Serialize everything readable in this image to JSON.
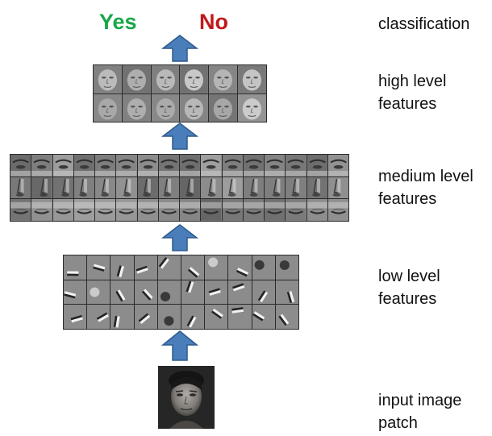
{
  "classification": {
    "yes": "Yes",
    "no": "No",
    "yes_color": "#1aa64a",
    "no_color": "#c0191b"
  },
  "labels": {
    "classification": "classification",
    "high_level_1": "high level",
    "high_level_2": "features",
    "medium_level_1": "medium level",
    "medium_level_2": "features",
    "low_level_1": "low level",
    "low_level_2": "features",
    "input_1": "input image",
    "input_2": "patch"
  },
  "colors": {
    "arrow": "#4a7ebb",
    "arrow_border": "#2e5a8c",
    "grid_line": "#2b2b2b",
    "tile_gray": "#8a8a8a"
  },
  "grids": {
    "high": {
      "rows": 2,
      "cols": 6,
      "kind": "face"
    },
    "medium": {
      "rows": 3,
      "cols": 16,
      "kind": "part"
    },
    "low": {
      "rows": 3,
      "cols": 10,
      "kind": "edge"
    }
  },
  "icons": {
    "arrow": "up-arrow-icon"
  }
}
